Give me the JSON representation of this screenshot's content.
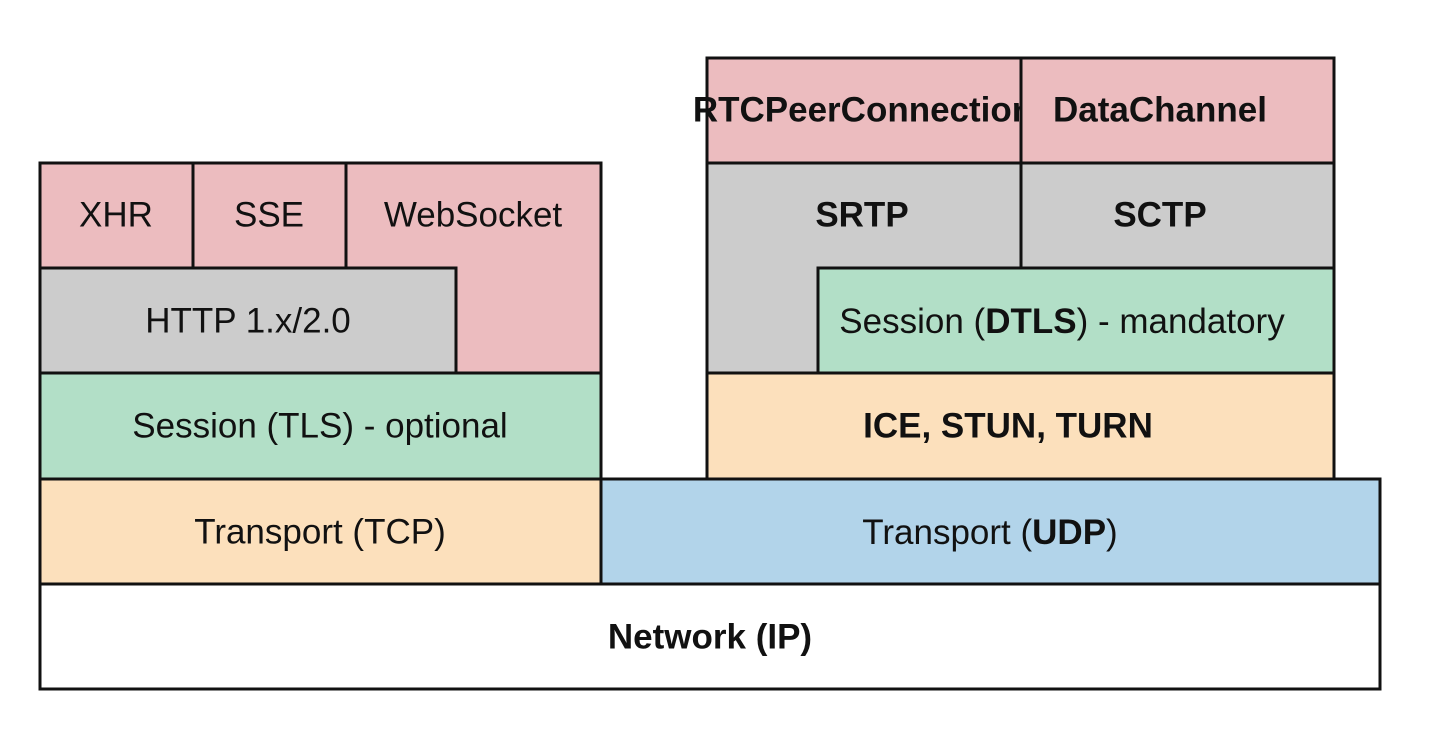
{
  "colors": {
    "api": "#ecbcbf",
    "protocol": "#cccccc",
    "session": "#b2dfc7",
    "transport_tcp": "#fce0bc",
    "transport_udp": "#b2d4ea",
    "network": "#ffffff",
    "stroke": "#111111"
  },
  "left_stack": {
    "xhr": "XHR",
    "sse": "SSE",
    "websocket": "WebSocket",
    "http": "HTTP 1.x/2.0",
    "session_tls": "Session (TLS) - optional",
    "transport_tcp": "Transport (TCP)"
  },
  "right_stack": {
    "rtcpeerconnection": "RTCPeerConnection",
    "datachannel": "DataChannel",
    "srtp": "SRTP",
    "sctp": "SCTP",
    "session_prefix": "Session (",
    "session_bold": "DTLS",
    "session_suffix": ") - mandatory",
    "ice": "ICE, STUN, TURN",
    "transport_prefix": "Transport (",
    "transport_bold": "UDP",
    "transport_suffix": ")"
  },
  "network": {
    "label": "Network (IP)"
  }
}
